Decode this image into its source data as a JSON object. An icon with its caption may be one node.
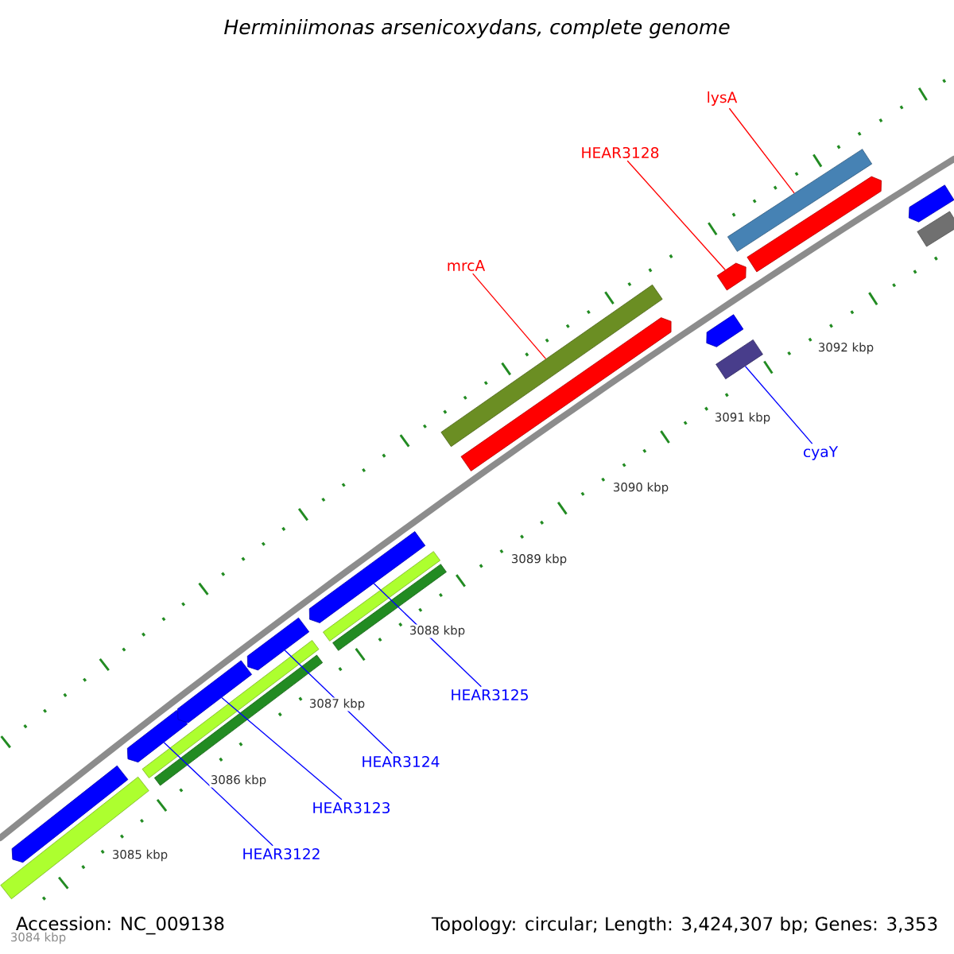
{
  "diagram": {
    "title": "Herminiimonas arsenicoxydans, complete genome",
    "nodes": [
      {
        "text": [
          "lysA"
        ]
      },
      {
        "text": [
          "HEAR3128"
        ]
      },
      {
        "text": [
          "mrcA"
        ]
      },
      {
        "text": [
          "cyaY"
        ]
      },
      {
        "text": [
          "HEAR3125"
        ]
      },
      {
        "text": [
          "HEAR3124"
        ]
      },
      {
        "text": [
          "HEAR3123"
        ]
      },
      {
        "text": [
          "HEAR3122"
        ]
      },
      {
        "text": [],
        "shape": "arrow"
      },
      {
        "text": [],
        "shape": "bar"
      },
      {
        "text": [],
        "shape": "arrow"
      },
      {
        "text": [],
        "shape": "arrow"
      },
      {
        "text": [],
        "shape": "bar"
      },
      {
        "text": [],
        "shape": "bar"
      },
      {
        "text": [],
        "shape": "arrow"
      },
      {
        "text": [],
        "shape": "arrow"
      },
      {
        "text": [],
        "shape": "bar"
      },
      {
        "text": [],
        "shape": "bar"
      },
      {
        "text": [],
        "shape": "bar"
      },
      {
        "text": [],
        "shape": "arrow"
      },
      {
        "text": [],
        "shape": "arrow"
      },
      {
        "text": [],
        "shape": "arrow"
      },
      {
        "text": [],
        "shape": "bar"
      },
      {
        "text": [],
        "shape": "bar"
      },
      {
        "text": [],
        "shape": "arrow"
      },
      {
        "text": [],
        "shape": "arrow"
      },
      {
        "text": [],
        "shape": "bar"
      }
    ],
    "edges": [
      {
        "from": 0,
        "to": 23,
        "arrow": "none",
        "color": "#ff0000"
      },
      {
        "from": 1,
        "to": 21,
        "arrow": "none",
        "color": "#ff0000"
      },
      {
        "from": 2,
        "to": 18,
        "arrow": "none",
        "color": "#ff0000"
      },
      {
        "from": 3,
        "to": 22,
        "arrow": "none"
      },
      {
        "from": 4,
        "to": 15,
        "arrow": "none"
      },
      {
        "from": 5,
        "to": 14,
        "arrow": "none"
      },
      {
        "from": 6,
        "to": 11,
        "arrow": "none"
      },
      {
        "from": 7,
        "to": 10,
        "arrow": "none"
      }
    ],
    "labels": [
      "3092 kbp",
      "3091 kbp",
      "3090 kbp",
      "3089 kbp",
      "3088 kbp",
      "3087 kbp",
      "3086 kbp",
      "3085 kbp",
      "Accession: NC_009138",
      "Topology: circular; Length: 3,424,307 bp; Genes: 3,353",
      "3084 kbp"
    ]
  }
}
